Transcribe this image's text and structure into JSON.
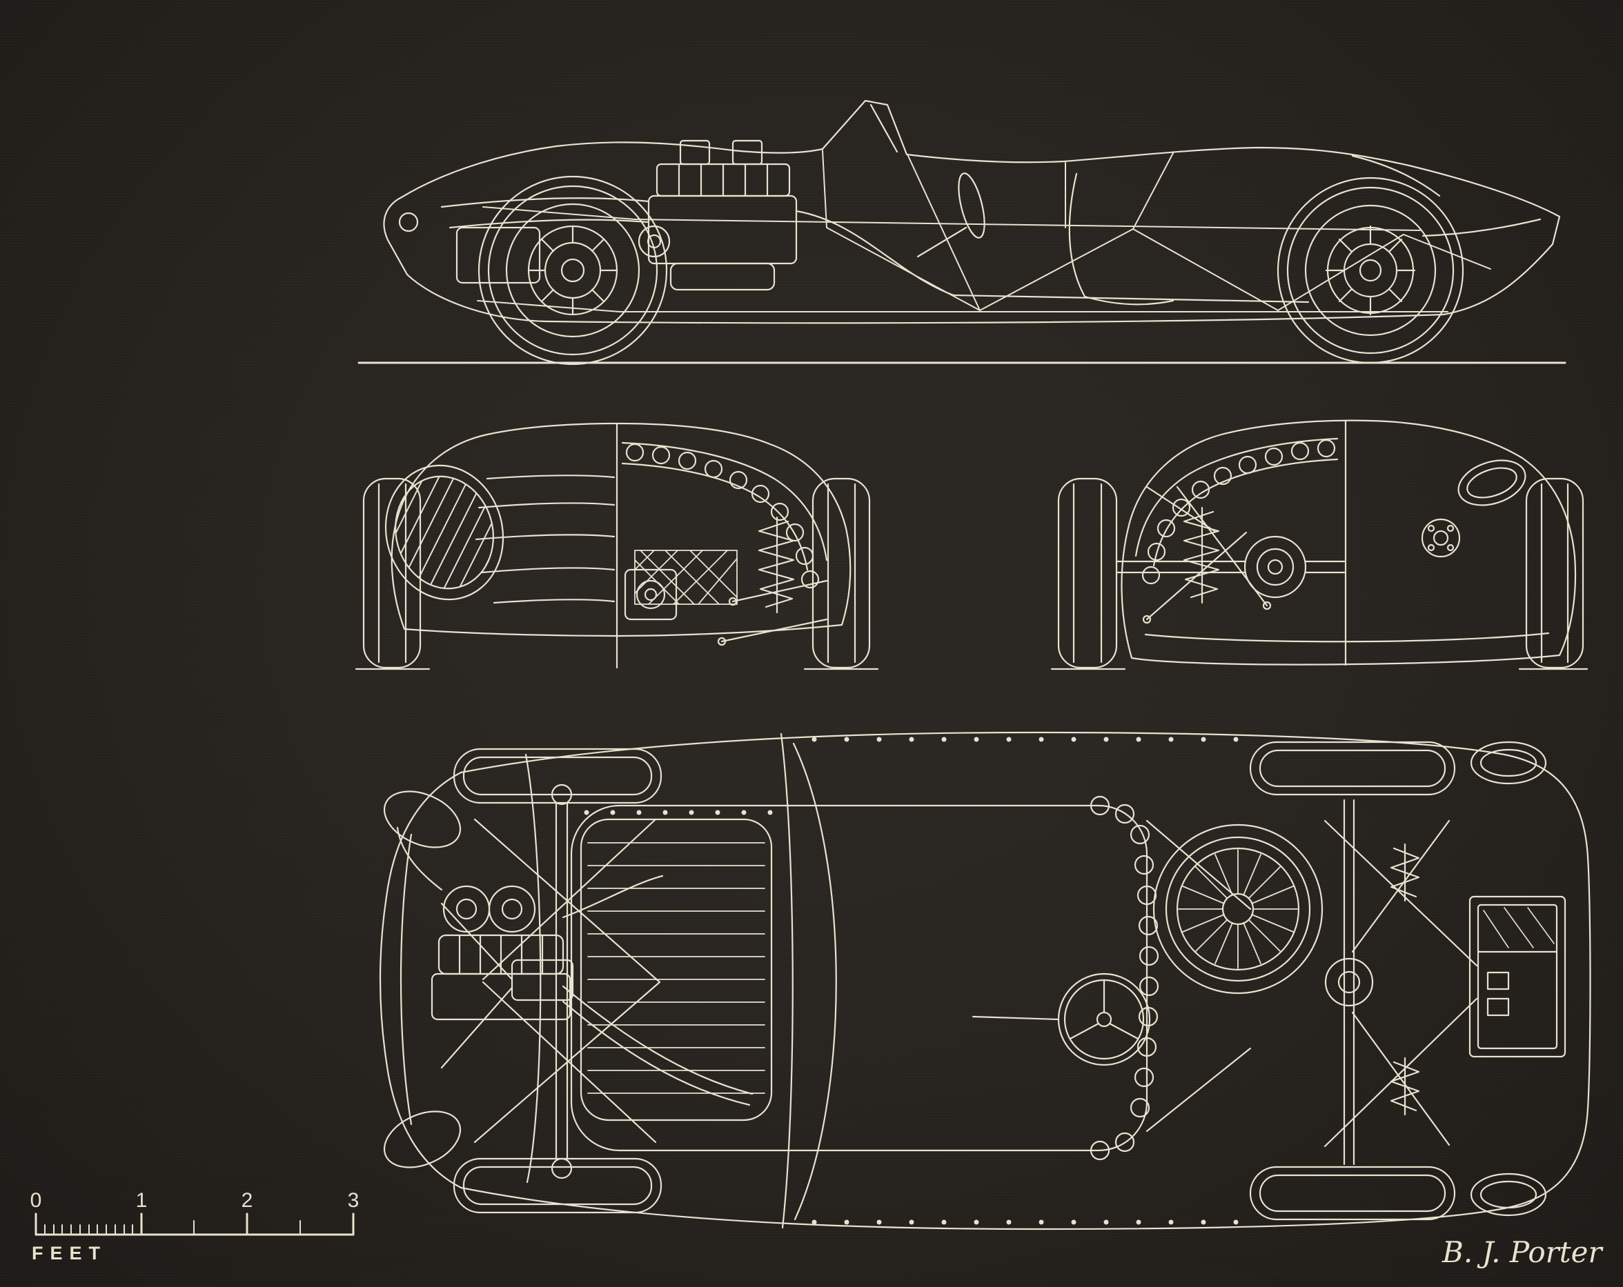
{
  "colors": {
    "background": "#282420",
    "ink": "#e9e2cf"
  },
  "scale_bar": {
    "tick_labels": [
      "0",
      "1",
      "2",
      "3"
    ],
    "unit_label": "FEET"
  },
  "signature": "B. J. Porter"
}
